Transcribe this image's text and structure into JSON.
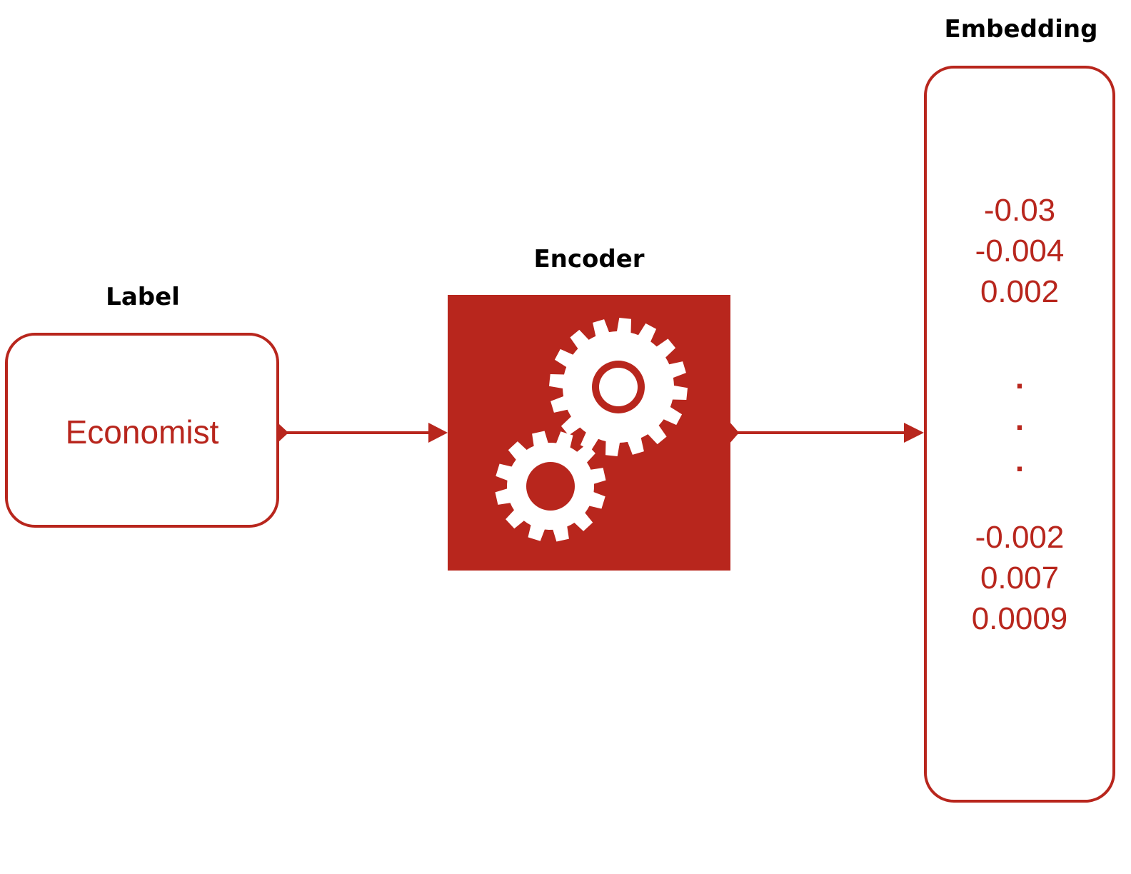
{
  "headings": {
    "label": "Label",
    "encoder": "Encoder",
    "embedding": "Embedding"
  },
  "label_value": "Economist",
  "embedding": {
    "top_values": [
      "-0.03",
      "-0.004",
      "0.002"
    ],
    "ellipsis": [
      ".",
      ".",
      "."
    ],
    "bottom_values": [
      "-0.002",
      "0.007",
      "0.0009"
    ]
  },
  "colors": {
    "accent": "#b8261d",
    "icon": "#ffffff",
    "text": "#000000"
  },
  "icons": {
    "encoder": "gears-icon"
  }
}
